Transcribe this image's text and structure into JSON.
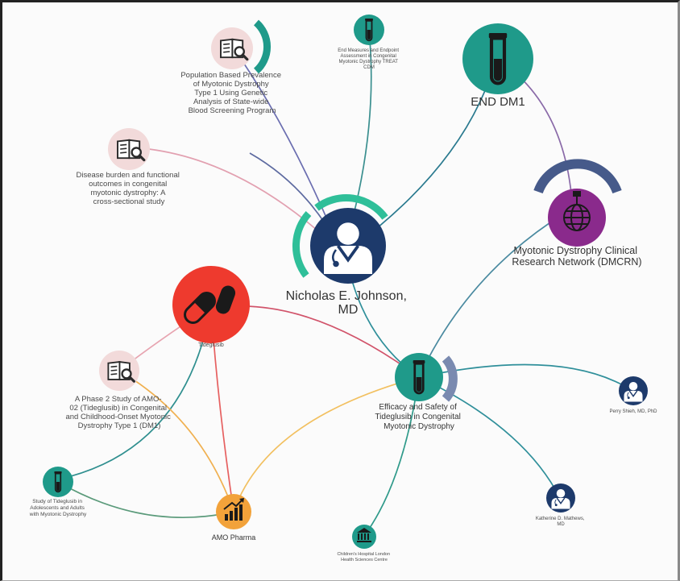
{
  "colors": {
    "teal": "#1f9a8a",
    "teal_ring": "#2fbf99",
    "navy": "#1d3a6b",
    "purple": "#8a2a8c",
    "red": "#ee3a2e",
    "orange": "#f2a23a",
    "pink": "#f2dada",
    "slate": "#465a8a"
  },
  "nodes": {
    "center": {
      "name": "Nicholas E. Johnson, MD",
      "line1": "Nicholas E. Johnson,",
      "line2": "MD",
      "icon": "doctor-icon"
    },
    "enddm1": {
      "name": "END DM1",
      "icon": "test-tube-icon"
    },
    "dmcrn": {
      "line1": "Myotonic Dystrophy Clinical",
      "line2": "Research Network (DMCRN)",
      "icon": "globe-icon"
    },
    "popstudy": {
      "lines": [
        "Population Based Prevalence",
        "of Myotonic Dystrophy",
        "Type 1 Using Genetic",
        "Analysis of State-wide",
        "Blood Screening Program"
      ],
      "icon": "book-magnifier-icon"
    },
    "endpoint": {
      "lines": [
        "End Measures and Endpoint",
        "Assessment in Congenital",
        "Myotonic Dystrophy TREAT",
        "CDM"
      ],
      "icon": "test-tube-icon"
    },
    "burden": {
      "lines": [
        "Disease burden and functional",
        "outcomes in congenital",
        "myotonic dystrophy: A",
        "cross-sectional study"
      ],
      "icon": "book-magnifier-icon"
    },
    "drug": {
      "name": "Tideglusib",
      "icon": "pills-icon"
    },
    "amo02": {
      "lines": [
        "A Phase 2 Study of AMO-",
        "02 (Tideglusib) in Congenital",
        "and Childhood-Onset Myotonic",
        "Dystrophy Type 1 (DM1)"
      ],
      "icon": "book-magnifier-icon"
    },
    "efficacy": {
      "lines": [
        "Efficacy and Safety of",
        "Tideglusib in Congenital",
        "Myotonic Dystrophy"
      ],
      "icon": "test-tube-icon"
    },
    "study_adol": {
      "lines": [
        "Study of Tideglusib in",
        "Adolescents and Adults",
        "with Myotonic Dystrophy"
      ],
      "icon": "test-tube-icon"
    },
    "amo_pharma": {
      "name": "AMO Pharma",
      "icon": "bar-chart-icon"
    },
    "hospital": {
      "lines": [
        "Children's Hospital London",
        "Health Sciences Centre"
      ],
      "icon": "institution-icon"
    },
    "person1": {
      "name": "Perry Shieh, MD, PhD",
      "icon": "doctor-icon"
    },
    "person2": {
      "lines": [
        "Katherine D. Mathews,",
        "MD"
      ],
      "icon": "doctor-icon"
    }
  }
}
